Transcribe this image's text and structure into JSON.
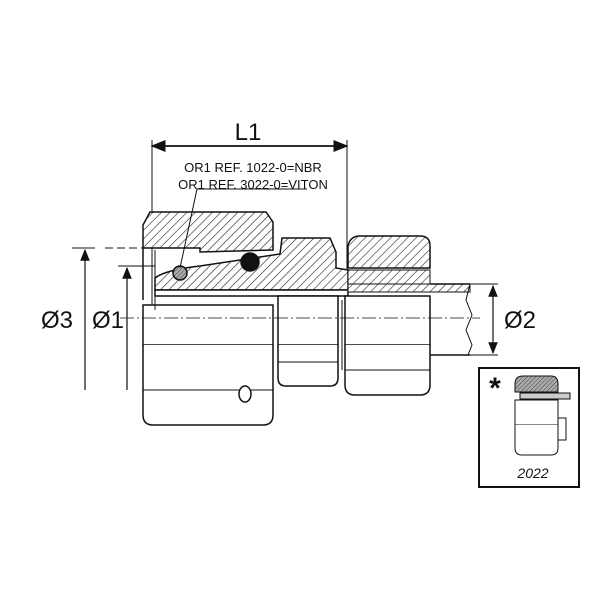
{
  "dimensions": {
    "length": "L1",
    "outer_diameter": "Ø3",
    "inner_diameter": "Ø1",
    "tube_diameter": "Ø2"
  },
  "notes": {
    "line1": "OR1 REF. 1022-0=NBR",
    "line2": "OR1 REF. 3022-0=VITON"
  },
  "inset": {
    "marker": "*",
    "label": "2022"
  }
}
